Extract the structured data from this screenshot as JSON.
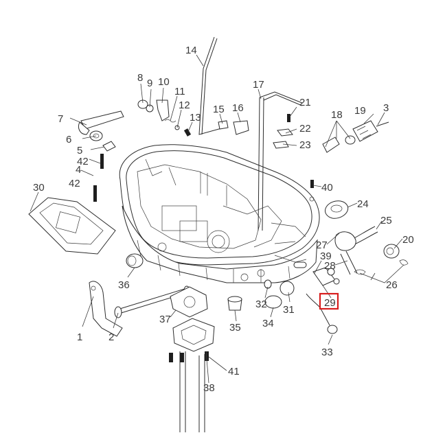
{
  "diagram": {
    "highlight_color": "#d81e1e",
    "highlighted_callout": "29",
    "callouts": [
      {
        "id": "1",
        "label": "1"
      },
      {
        "id": "2",
        "label": "2"
      },
      {
        "id": "3",
        "label": "3"
      },
      {
        "id": "4",
        "label": "4"
      },
      {
        "id": "5",
        "label": "5"
      },
      {
        "id": "6",
        "label": "6"
      },
      {
        "id": "7",
        "label": "7"
      },
      {
        "id": "8",
        "label": "8"
      },
      {
        "id": "9",
        "label": "9"
      },
      {
        "id": "10",
        "label": "10"
      },
      {
        "id": "11",
        "label": "11"
      },
      {
        "id": "12",
        "label": "12"
      },
      {
        "id": "13",
        "label": "13"
      },
      {
        "id": "14",
        "label": "14"
      },
      {
        "id": "15",
        "label": "15"
      },
      {
        "id": "16",
        "label": "16"
      },
      {
        "id": "17",
        "label": "17"
      },
      {
        "id": "18",
        "label": "18"
      },
      {
        "id": "19",
        "label": "19"
      },
      {
        "id": "20",
        "label": "20"
      },
      {
        "id": "21",
        "label": "21"
      },
      {
        "id": "22",
        "label": "22"
      },
      {
        "id": "23",
        "label": "23"
      },
      {
        "id": "24",
        "label": "24"
      },
      {
        "id": "25",
        "label": "25"
      },
      {
        "id": "26",
        "label": "26"
      },
      {
        "id": "27",
        "label": "27"
      },
      {
        "id": "28",
        "label": "28"
      },
      {
        "id": "29",
        "label": "29"
      },
      {
        "id": "30",
        "label": "30"
      },
      {
        "id": "31",
        "label": "31"
      },
      {
        "id": "32",
        "label": "32"
      },
      {
        "id": "33",
        "label": "33"
      },
      {
        "id": "34",
        "label": "34"
      },
      {
        "id": "35",
        "label": "35"
      },
      {
        "id": "36",
        "label": "36"
      },
      {
        "id": "37",
        "label": "37"
      },
      {
        "id": "38",
        "label": "38"
      },
      {
        "id": "39",
        "label": "39"
      },
      {
        "id": "40",
        "label": "40"
      },
      {
        "id": "41",
        "label": "41"
      },
      {
        "id": "42a",
        "label": "42"
      },
      {
        "id": "42b",
        "label": "42"
      }
    ]
  }
}
